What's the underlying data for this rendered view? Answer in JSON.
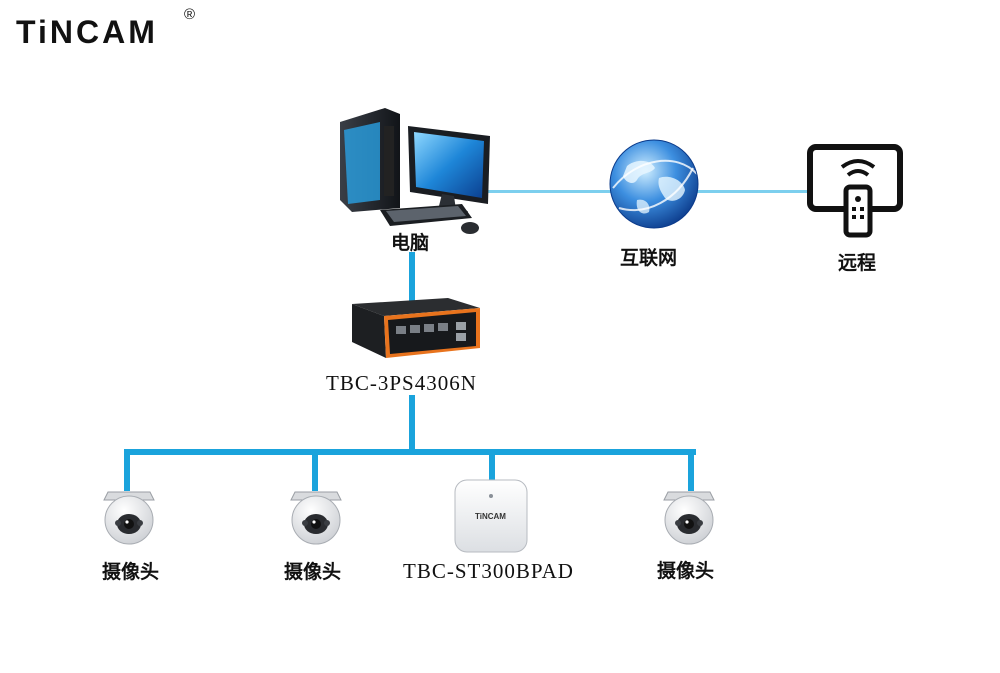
{
  "brand": {
    "name": "TiNCAM",
    "mark": "®"
  },
  "nodes": {
    "pc": {
      "label": "电脑",
      "icon": "desktop-computer-icon"
    },
    "internet": {
      "label": "互联网",
      "icon": "globe-icon"
    },
    "remote": {
      "label": "远程",
      "icon": "remote-control-icon"
    },
    "switch": {
      "label": "TBC-3PS4306N",
      "icon": "poe-switch-icon"
    },
    "cam1": {
      "label": "摄像头",
      "icon": "dome-camera-icon"
    },
    "cam2": {
      "label": "摄像头",
      "icon": "dome-camera-icon"
    },
    "ap": {
      "label": "TBC-ST300BPAD",
      "device_text": "TiNCAM",
      "icon": "access-point-icon"
    },
    "cam3": {
      "label": "摄像头",
      "icon": "dome-camera-icon"
    }
  },
  "colors": {
    "wire": "#1aa3dc",
    "wire_light": "#7ccfee",
    "switch_accent": "#e8731d"
  }
}
